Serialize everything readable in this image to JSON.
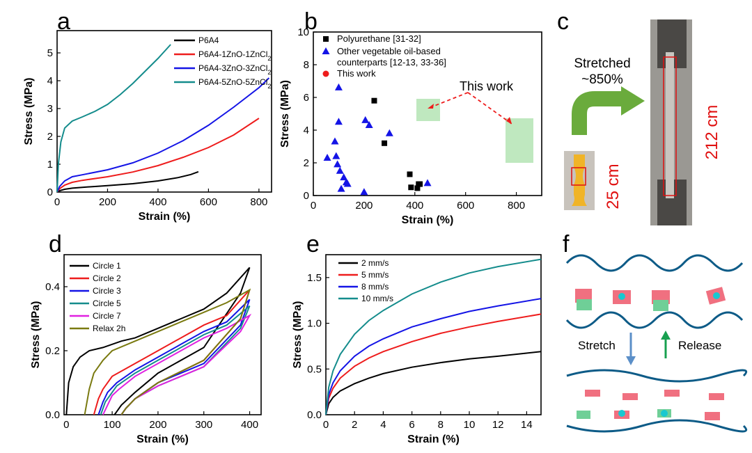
{
  "panels": {
    "a": {
      "label": "a"
    },
    "b": {
      "label": "b"
    },
    "c": {
      "label": "c",
      "stretched": "Stretched",
      "percent": "~850%",
      "len_before": "25 cm",
      "len_after": "212 cm"
    },
    "d": {
      "label": "d"
    },
    "e": {
      "label": "e"
    },
    "f": {
      "label": "f",
      "stretch": "Stretch",
      "release": "Release"
    }
  },
  "colors": {
    "black": "#000000",
    "red": "#ee1c1c",
    "blue": "#1414e6",
    "teal": "#148c8c",
    "green_box": "#bfe8bf",
    "arrow_green": "#6aab3c",
    "wave": "#0d5b87",
    "pink": "#f07080",
    "mint": "#6fcf97",
    "cyan": "#18c8d0"
  },
  "chart_data": [
    {
      "type": "line",
      "xlabel": "Strain (%)",
      "ylabel": "Stress (MPa)",
      "xlim": [
        0,
        850
      ],
      "ylim": [
        0,
        5.8
      ],
      "xticks": [
        "0",
        "200",
        "400",
        "600",
        "800"
      ],
      "yticks": [
        "0",
        "1",
        "2",
        "3",
        "4",
        "5"
      ],
      "legend_position": "top-right",
      "series": [
        {
          "name": "P6A4",
          "color": "#000000",
          "x": [
            0,
            10,
            30,
            60,
            100,
            150,
            200,
            300,
            400,
            480,
            530,
            560
          ],
          "y": [
            0,
            0.05,
            0.1,
            0.14,
            0.17,
            0.2,
            0.23,
            0.3,
            0.4,
            0.52,
            0.63,
            0.73
          ]
        },
        {
          "name": "P6A4-1ZnO-1ZnCl2",
          "color": "#ee1c1c",
          "x": [
            0,
            10,
            30,
            60,
            100,
            200,
            300,
            400,
            500,
            600,
            700,
            800
          ],
          "y": [
            0,
            0.12,
            0.25,
            0.35,
            0.42,
            0.55,
            0.72,
            0.95,
            1.25,
            1.6,
            2.05,
            2.65
          ]
        },
        {
          "name": "P6A4-3ZnO-3ZnCl2",
          "color": "#1414e6",
          "x": [
            0,
            10,
            30,
            60,
            100,
            200,
            300,
            400,
            500,
            600,
            700,
            800,
            840
          ],
          "y": [
            0,
            0.2,
            0.4,
            0.55,
            0.62,
            0.8,
            1.05,
            1.4,
            1.85,
            2.4,
            3.05,
            3.75,
            4.1
          ]
        },
        {
          "name": "P6A4-5ZnO-5ZnCl2",
          "color": "#148c8c",
          "x": [
            0,
            5,
            15,
            30,
            60,
            100,
            150,
            200,
            250,
            300,
            350,
            400,
            450
          ],
          "y": [
            0,
            1.0,
            1.8,
            2.3,
            2.55,
            2.7,
            2.9,
            3.15,
            3.5,
            3.9,
            4.35,
            4.8,
            5.3
          ]
        }
      ]
    },
    {
      "type": "scatter",
      "xlabel": "Strain (%)",
      "ylabel": "Stress (MPa)",
      "xlim": [
        0,
        900
      ],
      "ylim": [
        0,
        10
      ],
      "xticks": [
        "0",
        "200",
        "400",
        "600",
        "800"
      ],
      "yticks": [
        "0",
        "2",
        "4",
        "6",
        "8",
        "10"
      ],
      "legend_position": "top-left",
      "annotation": "This work",
      "series": [
        {
          "name": "Polyurethane [31-32]",
          "color": "#000000",
          "marker": "square",
          "x": [
            240,
            280,
            380,
            385,
            415,
            420,
            410
          ],
          "y": [
            5.8,
            3.2,
            1.3,
            0.5,
            0.7,
            0.7,
            0.45
          ]
        },
        {
          "name": "Other vegetable oil-based counterparts [12-13, 33-36]",
          "color": "#1414e6",
          "marker": "triangle",
          "x": [
            55,
            85,
            90,
            95,
            100,
            100,
            105,
            110,
            120,
            130,
            135,
            200,
            205,
            220,
            300,
            450
          ],
          "y": [
            2.3,
            3.3,
            2.4,
            1.9,
            6.6,
            4.5,
            1.5,
            0.4,
            1.1,
            0.8,
            0.7,
            0.2,
            4.6,
            4.3,
            3.8,
            0.75
          ]
        },
        {
          "name": "This work",
          "color": "#ee1c1c",
          "marker": "circle",
          "x": [
            450,
            800,
            850
          ],
          "y": [
            5.3,
            2.65,
            4.25
          ]
        }
      ]
    },
    {
      "type": "line",
      "xlabel": "Strain (%)",
      "ylabel": "Stress (MPa)",
      "xlim": [
        -5,
        425
      ],
      "ylim": [
        0,
        0.5
      ],
      "xticks": [
        "0",
        "100",
        "200",
        "300",
        "400"
      ],
      "yticks": [
        "0.0",
        "0.2",
        "0.4"
      ],
      "legend_position": "top-left",
      "series": [
        {
          "name": "Circle 1",
          "color": "#000000",
          "x": [
            0,
            5,
            15,
            30,
            50,
            80,
            120,
            150,
            200,
            250,
            300,
            350,
            400,
            380,
            300,
            200,
            150,
            120,
            110,
            105
          ],
          "y": [
            0,
            0.1,
            0.15,
            0.18,
            0.2,
            0.21,
            0.23,
            0.24,
            0.27,
            0.3,
            0.33,
            0.38,
            0.46,
            0.38,
            0.21,
            0.13,
            0.07,
            0.03,
            0.01,
            0
          ]
        },
        {
          "name": "Circle 2",
          "color": "#ee1c1c",
          "x": [
            60,
            70,
            80,
            100,
            150,
            200,
            250,
            300,
            350,
            400,
            380,
            300,
            200,
            150,
            130,
            120
          ],
          "y": [
            0,
            0.05,
            0.08,
            0.12,
            0.16,
            0.2,
            0.24,
            0.28,
            0.31,
            0.39,
            0.3,
            0.17,
            0.1,
            0.05,
            0.02,
            0
          ]
        },
        {
          "name": "Circle 3",
          "color": "#1414e6",
          "x": [
            70,
            80,
            90,
            110,
            150,
            200,
            250,
            300,
            350,
            400,
            380,
            300,
            200,
            150,
            130,
            120
          ],
          "y": [
            0,
            0.04,
            0.07,
            0.1,
            0.14,
            0.18,
            0.22,
            0.26,
            0.29,
            0.36,
            0.28,
            0.16,
            0.1,
            0.05,
            0.02,
            0
          ]
        },
        {
          "name": "Circle 5",
          "color": "#148c8c",
          "x": [
            75,
            85,
            95,
            110,
            150,
            200,
            250,
            300,
            350,
            400,
            380,
            300,
            200,
            150,
            130,
            120
          ],
          "y": [
            0,
            0.04,
            0.06,
            0.09,
            0.13,
            0.17,
            0.21,
            0.25,
            0.28,
            0.34,
            0.27,
            0.15,
            0.09,
            0.05,
            0.02,
            0
          ]
        },
        {
          "name": "Circle 7",
          "color": "#e020e0",
          "x": [
            80,
            90,
            100,
            115,
            150,
            200,
            250,
            300,
            350,
            400,
            380,
            300,
            200,
            150,
            130,
            120
          ],
          "y": [
            0,
            0.03,
            0.06,
            0.08,
            0.12,
            0.16,
            0.2,
            0.24,
            0.27,
            0.31,
            0.26,
            0.15,
            0.09,
            0.05,
            0.02,
            0
          ]
        },
        {
          "name": "Relax 2h",
          "color": "#7a7a10",
          "x": [
            40,
            50,
            60,
            80,
            100,
            150,
            200,
            250,
            300,
            350,
            400,
            380,
            300,
            200,
            150,
            130,
            120
          ],
          "y": [
            0,
            0.08,
            0.13,
            0.17,
            0.2,
            0.23,
            0.26,
            0.29,
            0.32,
            0.35,
            0.39,
            0.3,
            0.17,
            0.1,
            0.05,
            0.02,
            0
          ]
        }
      ]
    },
    {
      "type": "line",
      "xlabel": "Strain (%)",
      "ylabel": "Stress (MPa)",
      "xlim": [
        0,
        15
      ],
      "ylim": [
        0,
        1.75
      ],
      "xticks": [
        "0",
        "2",
        "4",
        "6",
        "8",
        "10",
        "12",
        "14"
      ],
      "yticks": [
        "0.0",
        "0.5",
        "1.0",
        "1.5"
      ],
      "legend_position": "top-left",
      "series": [
        {
          "name": "2 mm/s",
          "color": "#000000",
          "x": [
            0,
            0.2,
            0.5,
            1,
            2,
            3,
            4,
            6,
            8,
            10,
            12,
            15
          ],
          "y": [
            0,
            0.12,
            0.19,
            0.26,
            0.34,
            0.4,
            0.45,
            0.52,
            0.57,
            0.61,
            0.64,
            0.69
          ]
        },
        {
          "name": "5 mm/s",
          "color": "#ee1c1c",
          "x": [
            0,
            0.2,
            0.5,
            1,
            2,
            3,
            4,
            6,
            8,
            10,
            12,
            15
          ],
          "y": [
            0,
            0.18,
            0.29,
            0.4,
            0.53,
            0.62,
            0.69,
            0.8,
            0.89,
            0.96,
            1.02,
            1.1
          ]
        },
        {
          "name": "8 mm/s",
          "color": "#1414e6",
          "x": [
            0,
            0.2,
            0.5,
            1,
            2,
            3,
            4,
            6,
            8,
            10,
            12,
            15
          ],
          "y": [
            0,
            0.22,
            0.35,
            0.48,
            0.64,
            0.75,
            0.83,
            0.96,
            1.05,
            1.13,
            1.19,
            1.27
          ]
        },
        {
          "name": "10 mm/s",
          "color": "#148c8c",
          "x": [
            0,
            0.2,
            0.5,
            1,
            2,
            3,
            4,
            6,
            8,
            10,
            12,
            15
          ],
          "y": [
            0,
            0.3,
            0.48,
            0.66,
            0.88,
            1.03,
            1.14,
            1.32,
            1.45,
            1.55,
            1.62,
            1.7
          ]
        }
      ]
    }
  ]
}
